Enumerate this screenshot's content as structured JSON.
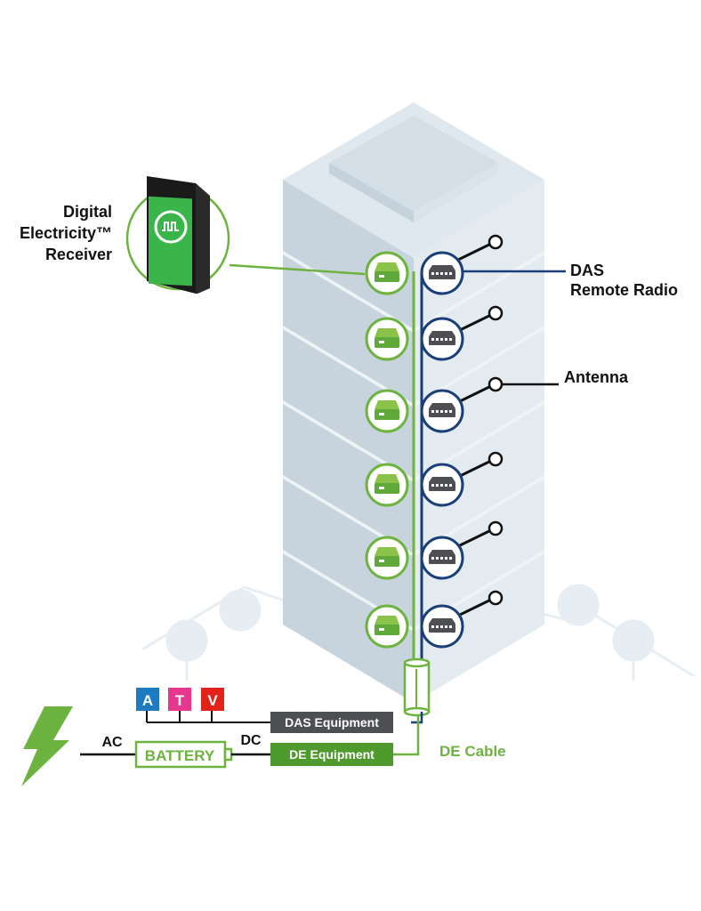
{
  "labels": {
    "receiver_line1": "Digital",
    "receiver_line2": "Electricity™",
    "receiver_line3": "Receiver",
    "das_line1": "DAS",
    "das_line2": "Remote Radio",
    "antenna": "Antenna",
    "das_equipment": "DAS Equipment",
    "de_equipment": "DE Equipment",
    "de_cable": "DE Cable",
    "battery": "BATTERY",
    "ac": "AC",
    "dc": "DC",
    "badge_a": "A",
    "badge_t": "T",
    "badge_v": "V"
  },
  "colors": {
    "green": "#6db33f",
    "dark_green": "#4f9a2c",
    "navy": "#1b3f78",
    "dark_gray": "#4d4f53",
    "badge_a": "#1f7bc0",
    "badge_t": "#e8358d",
    "badge_v": "#e2231a"
  }
}
